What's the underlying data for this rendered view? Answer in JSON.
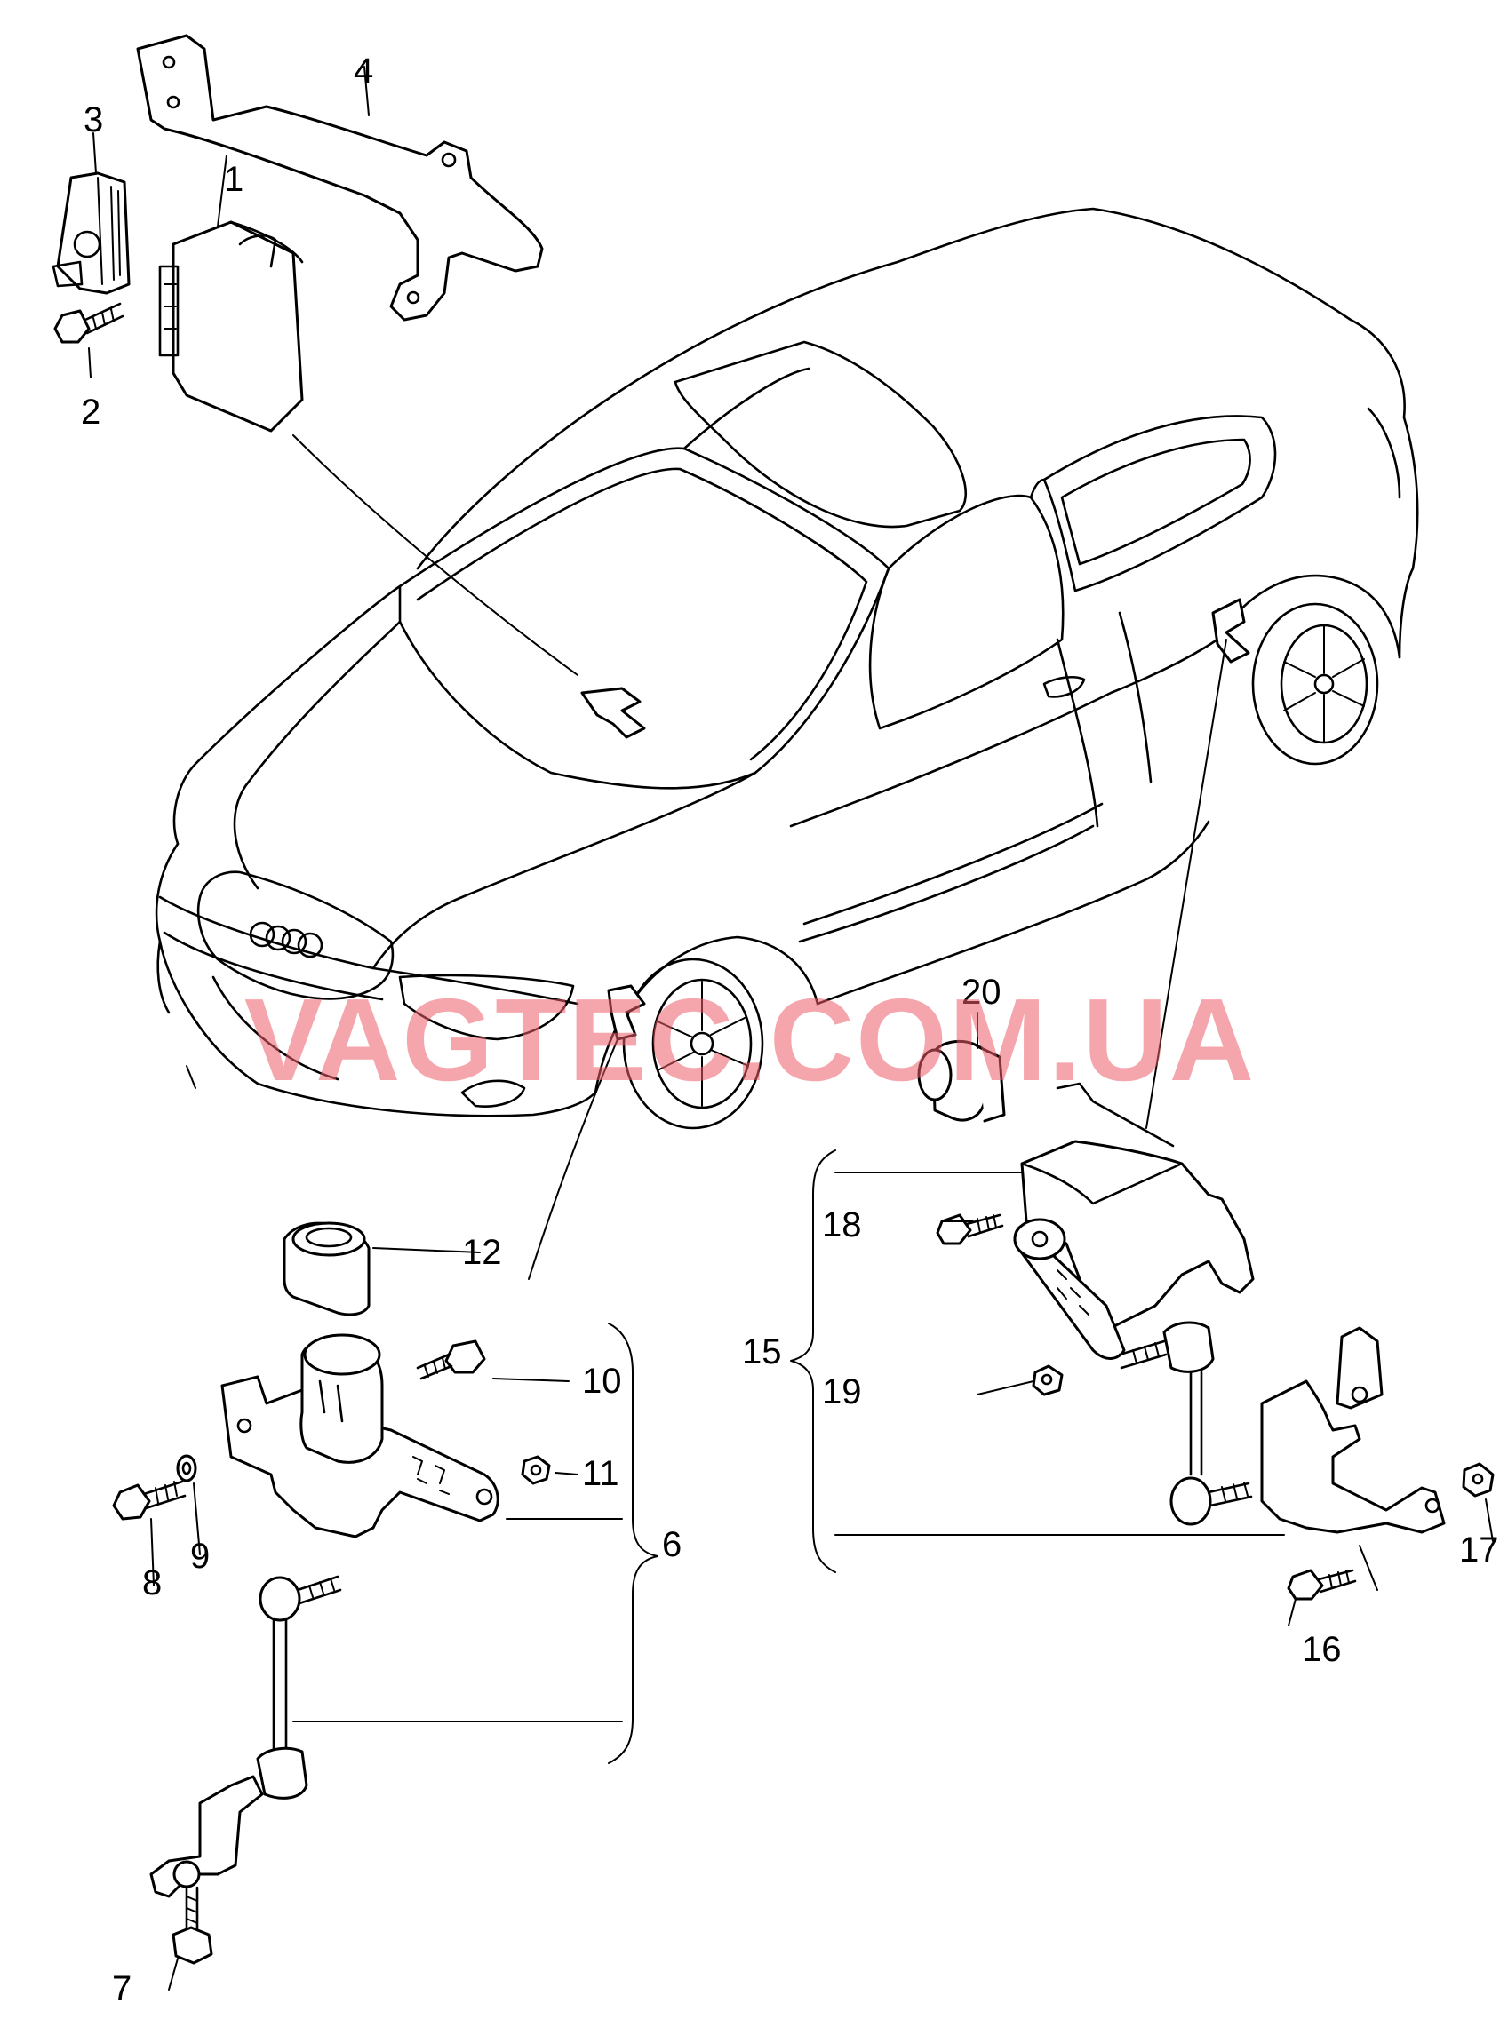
{
  "watermark": "VAGTEC.COM.UA",
  "callouts": [
    "1",
    "2",
    "3",
    "4",
    "6",
    "7",
    "8",
    "9",
    "10",
    "11",
    "12",
    "15",
    "16",
    "17",
    "18",
    "19",
    "20"
  ],
  "colors": {
    "line": "#000000",
    "background": "#ffffff",
    "watermark": "#ec5c68"
  }
}
